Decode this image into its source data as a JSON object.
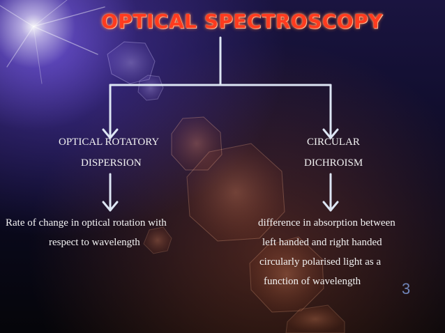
{
  "title": "OPTICAL SPECTROSCOPY",
  "branches": [
    {
      "heading": [
        "OPTICAL ROTATORY",
        "DISPERSION"
      ],
      "description": [
        "Rate of change in optical  rotation with",
        "respect to wavelength"
      ]
    },
    {
      "heading": [
        "CIRCULAR",
        "DICHROISM"
      ],
      "description": [
        "difference in absorption between",
        "left handed and right handed",
        "circularly polarised light as a",
        "function of wavelength"
      ]
    }
  ],
  "page_number": "3",
  "colors": {
    "title": "#ff3b1f",
    "arrows": "#dde6f4",
    "text": "#f2f2f2",
    "page_number": "#6f84b8"
  }
}
